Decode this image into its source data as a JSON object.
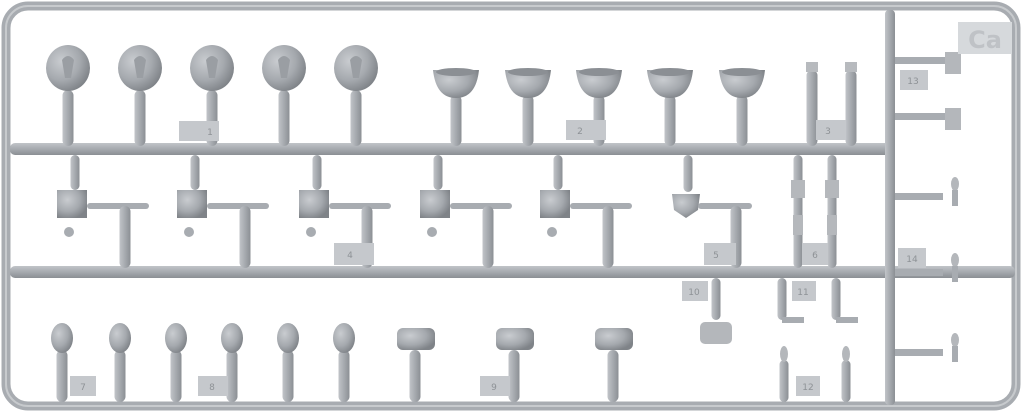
{
  "sprue": {
    "code": "Ca",
    "part_numbers": {
      "n1": "1",
      "n2": "2",
      "n3": "3",
      "n4": "4",
      "n5": "5",
      "n6": "6",
      "n7": "7",
      "n8": "8",
      "n9": "9",
      "n10": "10",
      "n11": "11",
      "n12": "12",
      "n13": "13",
      "n14": "14"
    },
    "colors": {
      "plastic": "#a9adb2",
      "plastic_dark": "#8d9196",
      "plastic_light": "#c4c7cb",
      "background": "#ffffff"
    }
  }
}
